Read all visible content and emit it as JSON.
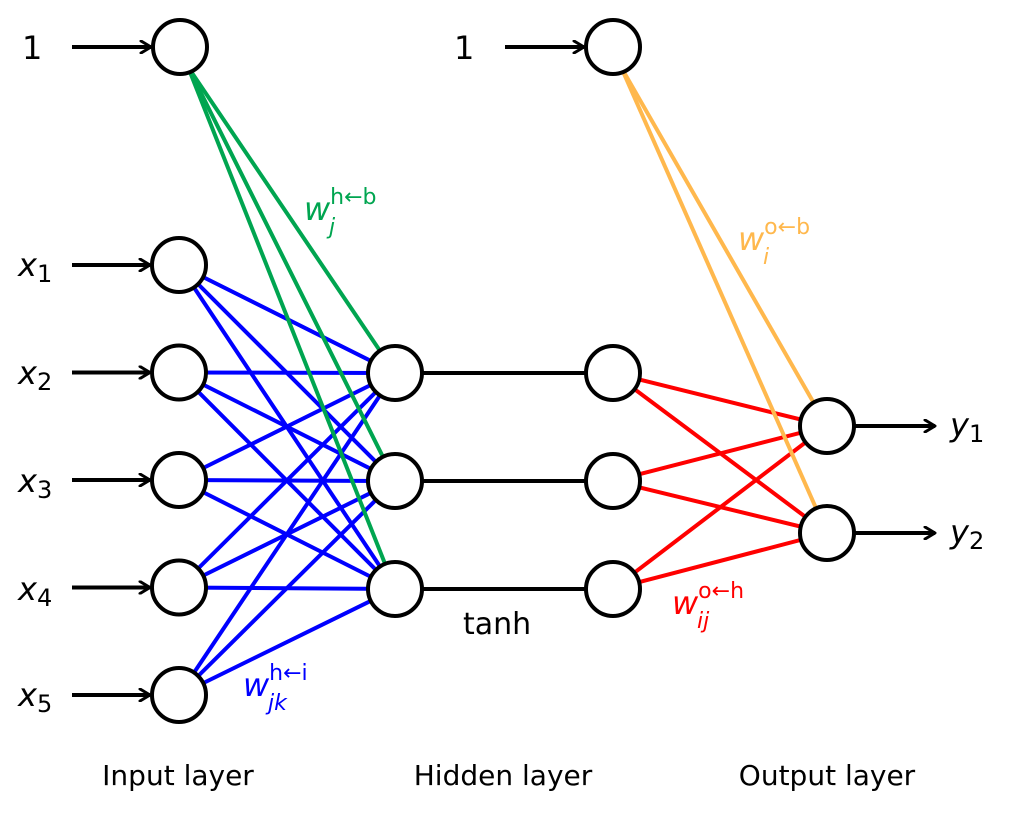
{
  "title": "Two-layer neural network diagram",
  "colors": {
    "node_stroke": "#000000",
    "arrow": "#000000",
    "input_to_hidden": "#0000ff",
    "bias_to_hidden": "#00a550",
    "hidden_to_output": "#ff0000",
    "bias_to_output": "#ffb84d"
  },
  "inputs": {
    "bias_label": "1",
    "items": [
      {
        "var": "x",
        "sub": "1"
      },
      {
        "var": "x",
        "sub": "2"
      },
      {
        "var": "x",
        "sub": "3"
      },
      {
        "var": "x",
        "sub": "4"
      },
      {
        "var": "x",
        "sub": "5"
      }
    ]
  },
  "hidden": {
    "bias_label": "1",
    "count": 3,
    "activation": "tanh"
  },
  "outputs": {
    "items": [
      {
        "var": "y",
        "sub": "1"
      },
      {
        "var": "y",
        "sub": "2"
      }
    ]
  },
  "weights": {
    "bias_hidden": {
      "base": "w",
      "sub": "j",
      "sup": "h←b"
    },
    "input_hidden": {
      "base": "w",
      "sub": "jk",
      "sup": "h←i"
    },
    "bias_output": {
      "base": "w",
      "sub": "i",
      "sup": "o←b"
    },
    "hidden_output": {
      "base": "w",
      "sub": "ij",
      "sup": "o←h"
    }
  },
  "layer_labels": {
    "input": "Input layer",
    "hidden": "Hidden layer",
    "output": "Output layer"
  }
}
